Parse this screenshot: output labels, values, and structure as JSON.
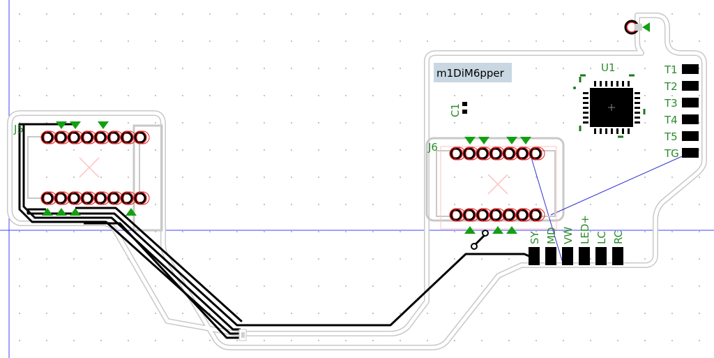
{
  "board": {
    "name_label": "m1DiM6pper"
  },
  "components": {
    "u1": {
      "ref": "U1"
    },
    "c1": {
      "ref": "C1"
    },
    "j6": {
      "ref": "J6"
    },
    "j5": {
      "ref": "J5"
    }
  },
  "pads_right": [
    "T1",
    "T2",
    "T3",
    "T4",
    "T5",
    "TG"
  ],
  "pads_bottom": [
    "SY",
    "MD",
    "VW",
    "LED+",
    "LC",
    "RC"
  ],
  "colors": {
    "outline": "#c8c8c8",
    "trace": "#000000",
    "silkscreen": "#2a8a2a",
    "pad_ring": "#e02020",
    "ratsnest": "#3030d0",
    "grid_dot": "#b0b0b0",
    "label_box": "#c8d7e1"
  }
}
